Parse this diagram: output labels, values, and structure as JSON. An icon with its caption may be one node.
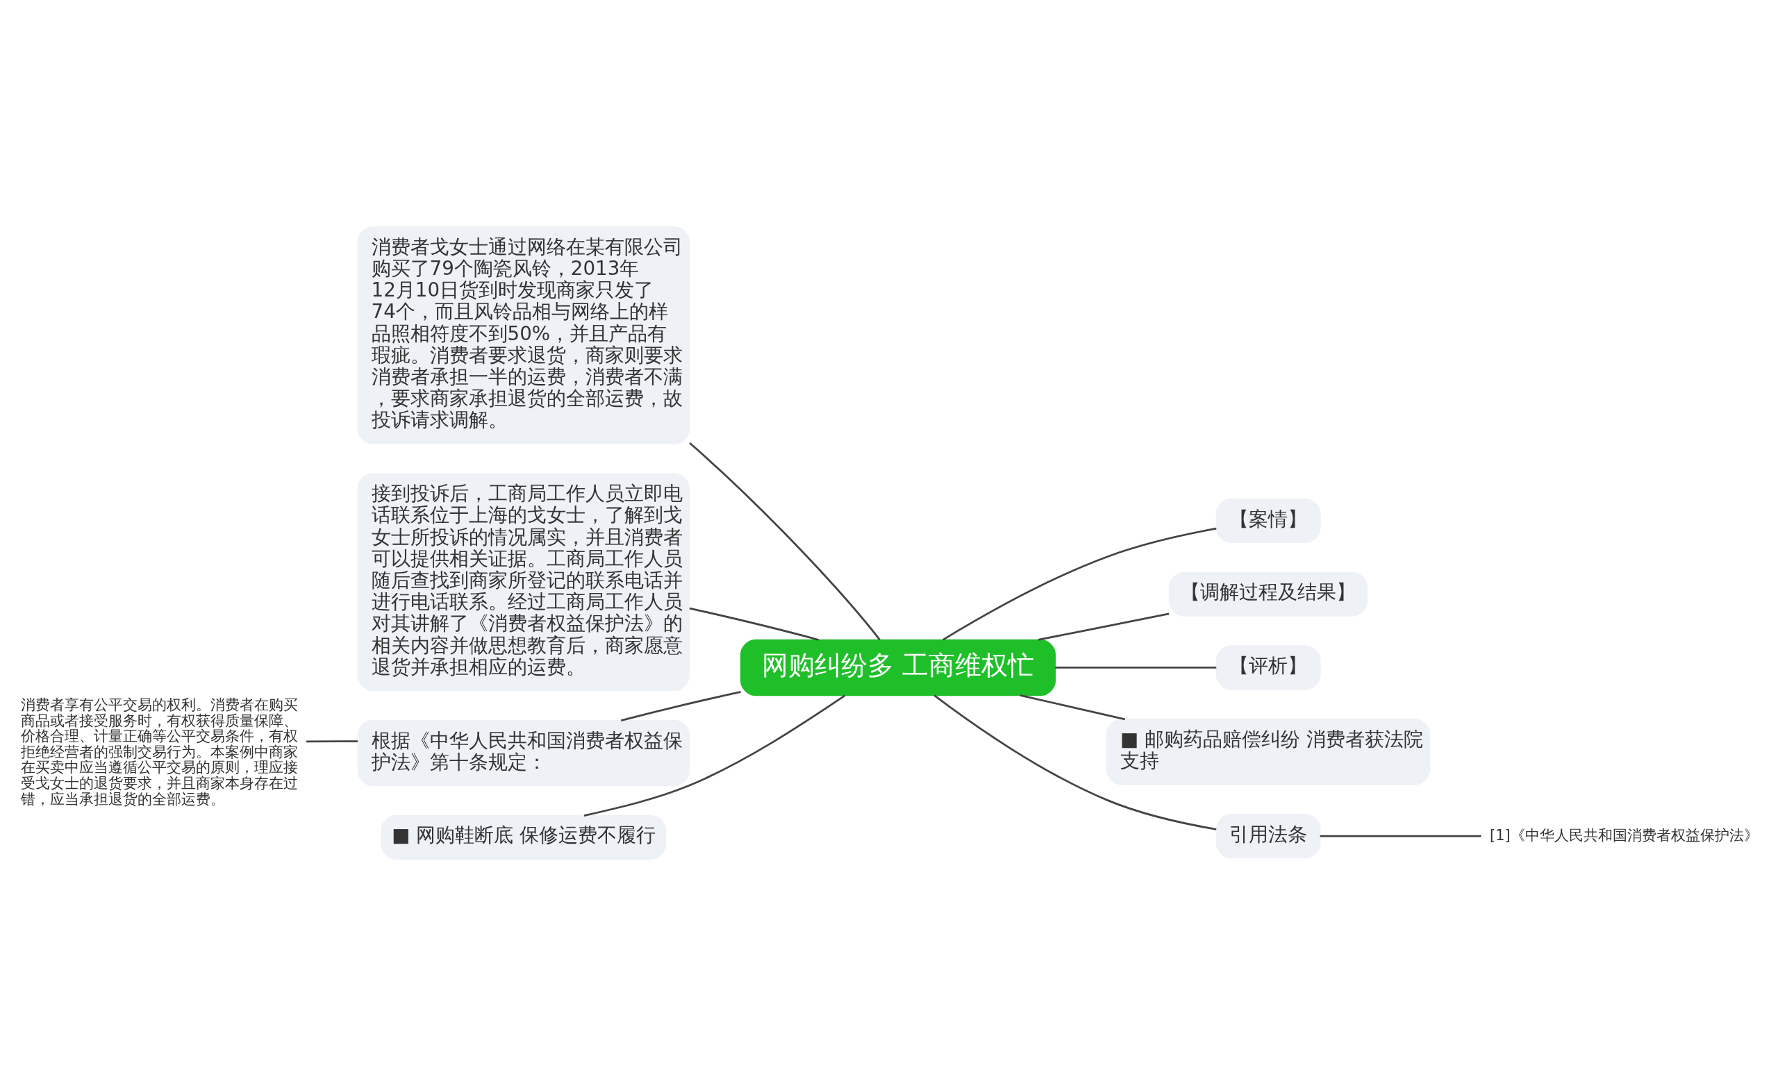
{
  "diagram": {
    "nodes": [
      {
        "text": [
          "网购纠纷多 工商维权忙"
        ]
      },
      {
        "text": [
          "消费者戈女士通过网络在某有限公司购买了79个陶瓷风铃，2013年12月10日货到时发现商家只发了74个，而且风铃品相与网络上的样品照相符度不到50%，并且产品有瑕疵。消费者要求退货，商家则要求消费者承担一半的运费，消费者不满，要求商家承担退货的全部运费，故投诉请求调解。"
        ]
      },
      {
        "text": [
          "接到投诉后，工商局工作人员立即电话联系位于上海的戈女士，了解到戈女士所投诉的情况属实，并且消费者可以提供相关证据。工商局工作人员随后查找到商家所登记的联系电话并进行电话联系。经过工商局工作人员对其讲解了《消费者权益保护法》的相关内容并做思想教育后，商家愿意退货并承担相应的运费。"
        ]
      },
      {
        "text": [
          "根据《中华人民共和国消费者权益保护法》第十条规定："
        ]
      },
      {
        "text": [
          "消费者享有公平交易的权利。消费者在购买商品或者接受服务时，有权获得质量保障、价格合理、计量正确等公平交易条件，有权拒绝经营者的强制交易行为。本案例中商家在买卖中应当遵循公平交易的原则，理应接受戈女士的退货要求，并且商家本身存在过错，应当承担退货的全部运费。"
        ]
      },
      {
        "text": [
          "■ 网购鞋断底 保修运费不履行"
        ]
      },
      {
        "text": [
          "【案情】"
        ]
      },
      {
        "text": [
          "【调解过程及结果】"
        ]
      },
      {
        "text": [
          "【评析】"
        ]
      },
      {
        "text": [
          "■ 邮购药品赔偿纠纷 消费者获法院支持"
        ]
      },
      {
        "text": [
          "引用法条"
        ]
      },
      {
        "text": [
          "[1]《中华人民共和国消费者权益保护法》"
        ]
      }
    ],
    "edges": [
      {
        "from": 0,
        "to": 1,
        "arrow": "none"
      },
      {
        "from": 0,
        "to": 2,
        "arrow": "none"
      },
      {
        "from": 0,
        "to": 3,
        "arrow": "none"
      },
      {
        "from": 3,
        "to": 4,
        "arrow": "none"
      },
      {
        "from": 0,
        "to": 5,
        "arrow": "none"
      },
      {
        "from": 0,
        "to": 6,
        "arrow": "none"
      },
      {
        "from": 0,
        "to": 7,
        "arrow": "none"
      },
      {
        "from": 0,
        "to": 8,
        "arrow": "none"
      },
      {
        "from": 0,
        "to": 9,
        "arrow": "none"
      },
      {
        "from": 0,
        "to": 10,
        "arrow": "none"
      },
      {
        "from": 10,
        "to": 11,
        "arrow": "none"
      }
    ]
  }
}
